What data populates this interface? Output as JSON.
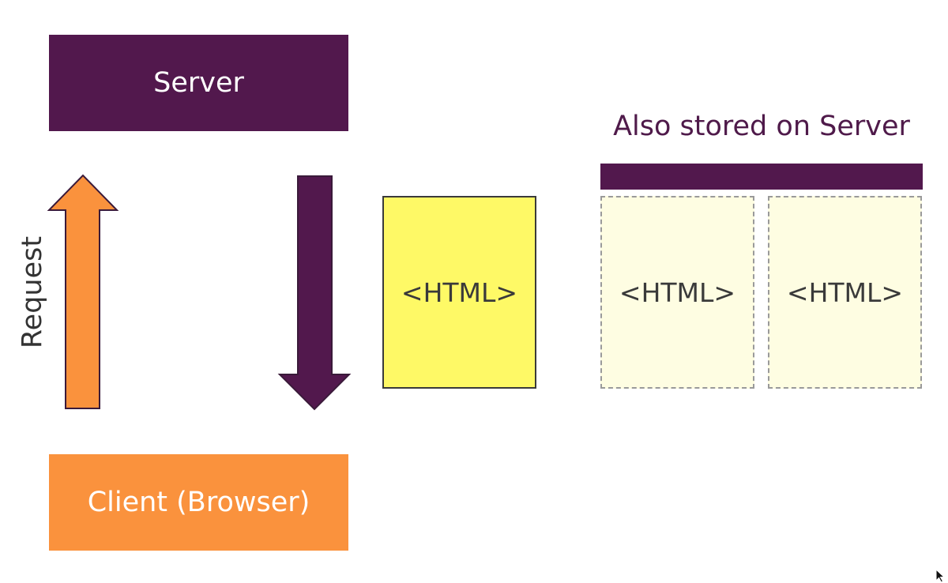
{
  "colors": {
    "server": "#52184d",
    "client": "#fa923d",
    "html_page": "#fef966",
    "cached_page": "#fefde2"
  },
  "server": {
    "label": "Server"
  },
  "client": {
    "label": "Client (Browser)"
  },
  "request": {
    "label": "Request"
  },
  "html_page": {
    "label": "<HTML>"
  },
  "stored": {
    "title": "Also stored on Server",
    "pages": [
      {
        "label": "<HTML>"
      },
      {
        "label": "<HTML>"
      }
    ]
  }
}
